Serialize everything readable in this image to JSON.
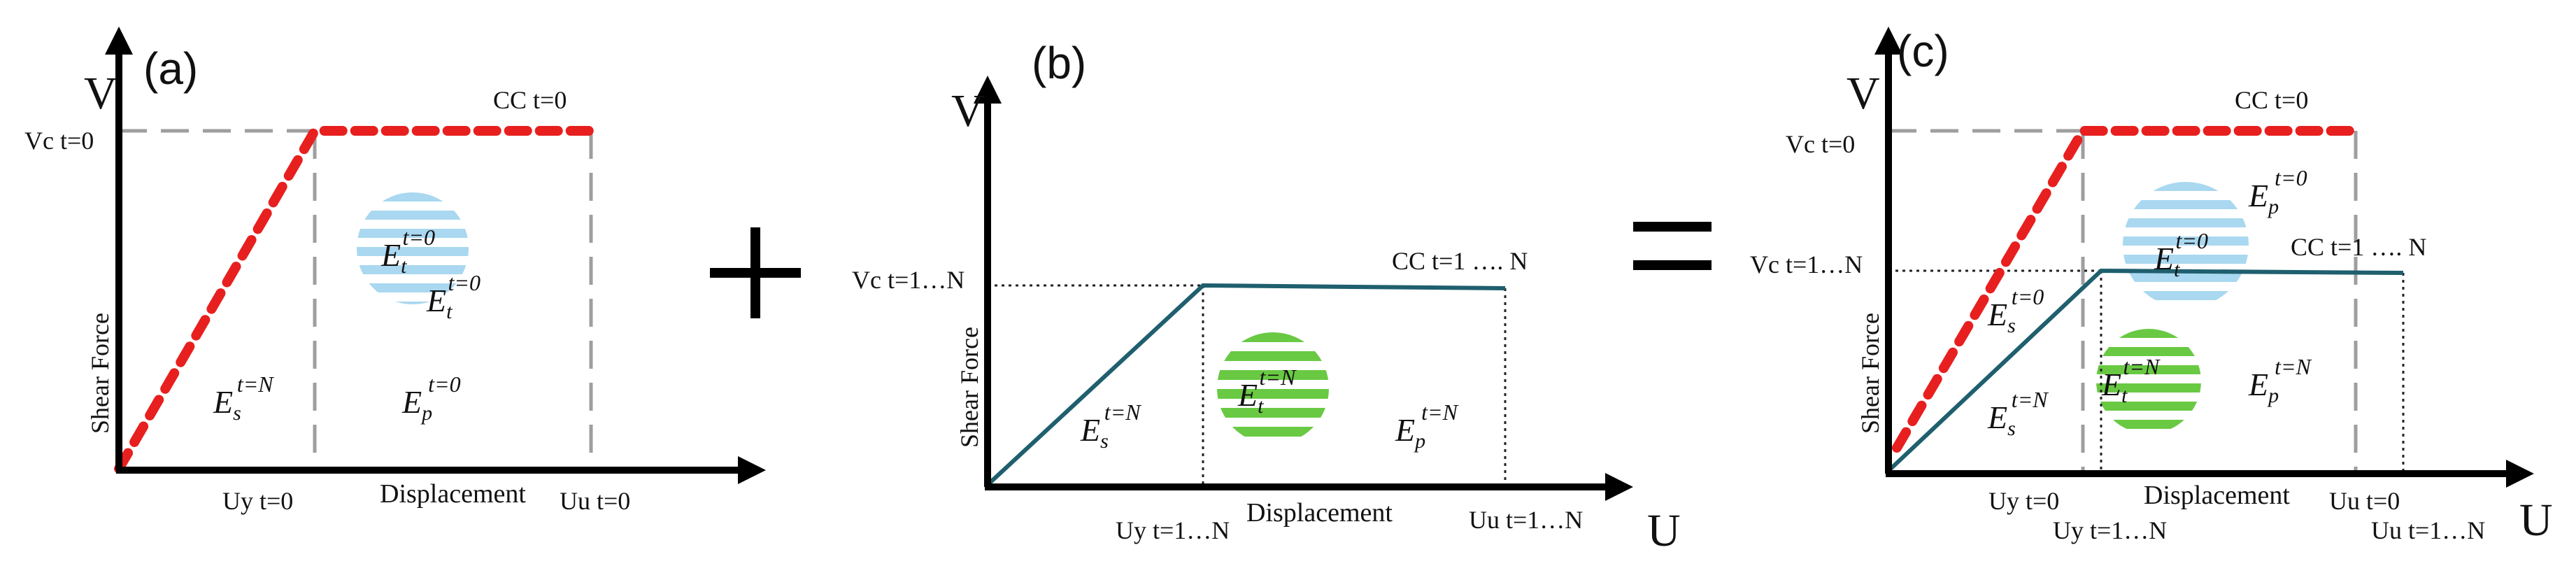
{
  "axes": {
    "vertical": "V",
    "horizontal": "U"
  },
  "operators": {
    "plus": "+",
    "equals": "="
  },
  "panel_a": {
    "label": "(a)",
    "vc": "Vc t=0",
    "cc": "CC t=0",
    "uy": "Uy t=0",
    "uu": "Uu t=0",
    "xlabel": "Displacement",
    "ylabel": "Shear Force",
    "energies": [
      {
        "base": "E",
        "sub": "t",
        "sup": "t=0"
      },
      {
        "base": "E",
        "sub": "t",
        "sup": "t=0"
      },
      {
        "base": "E",
        "sub": "s",
        "sup": "t=N"
      },
      {
        "base": "E",
        "sub": "p",
        "sup": "t=0"
      }
    ]
  },
  "panel_b": {
    "label": "(b)",
    "vc": "Vc t=1…N",
    "cc": "CC t=1 …. N",
    "uy": "Uy t=1…N",
    "uu": "Uu t=1…N",
    "xlabel": "Displacement",
    "ylabel": "Shear Force",
    "energies": [
      {
        "base": "E",
        "sub": "t",
        "sup": "t=N"
      },
      {
        "base": "E",
        "sub": "s",
        "sup": "t=N"
      },
      {
        "base": "E",
        "sub": "p",
        "sup": "t=N"
      }
    ]
  },
  "panel_c": {
    "label": "(c)",
    "vc0": "Vc t=0",
    "vc1": "Vc t=1…N",
    "cc0": "CC t=0",
    "cc1": "CC t=1 …. N",
    "uy0": "Uy t=0",
    "uy1": "Uy t=1…N",
    "uu0": "Uu t=0",
    "uu1": "Uu t=1…N",
    "xlabel": "Displacement",
    "ylabel": "Shear Force",
    "energies": [
      {
        "base": "E",
        "sub": "p",
        "sup": "t=0"
      },
      {
        "base": "E",
        "sub": "t",
        "sup": "t=0"
      },
      {
        "base": "E",
        "sub": "s",
        "sup": "t=0"
      },
      {
        "base": "E",
        "sub": "t",
        "sup": "t=N"
      },
      {
        "base": "E",
        "sub": "p",
        "sup": "t=N"
      },
      {
        "base": "E",
        "sub": "s",
        "sup": "t=N"
      }
    ]
  },
  "colors": {
    "red_dashed": "#e81f1f",
    "teal_line": "#1f5f6e",
    "blue_stripes": "#a9d8f0",
    "green_stripes": "#69c943",
    "gray_dash": "#9e9e9e"
  }
}
